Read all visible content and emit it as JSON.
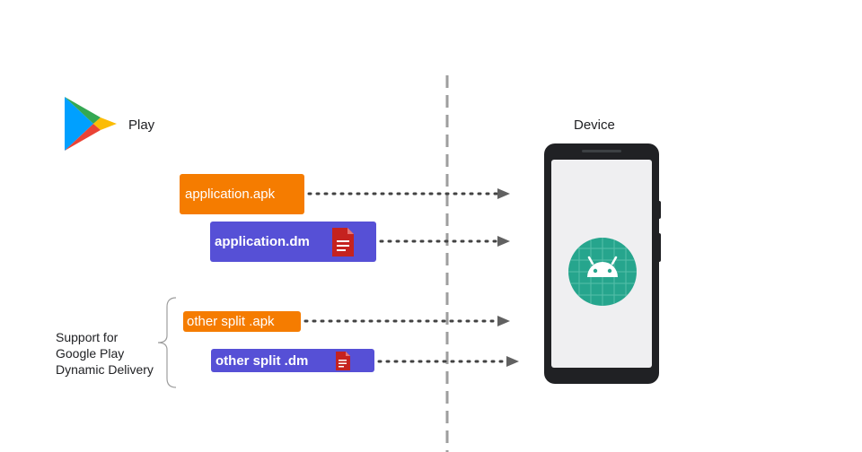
{
  "play": {
    "label": "Play"
  },
  "device": {
    "label": "Device"
  },
  "files": {
    "apk": "application.apk",
    "dm": "application.dm",
    "split_apk": "other split .apk",
    "split_dm": "other split .dm"
  },
  "support": {
    "lines": [
      "Support for",
      "Google Play",
      "Dynamic Delivery"
    ]
  },
  "colors": {
    "apk": "#f57c00",
    "dm": "#5650d6",
    "android_bg": "#26a58d",
    "phone_body": "#202124"
  },
  "icons": {
    "play": "google-play-icon",
    "doc": "document-icon",
    "android": "android-robot-icon"
  }
}
